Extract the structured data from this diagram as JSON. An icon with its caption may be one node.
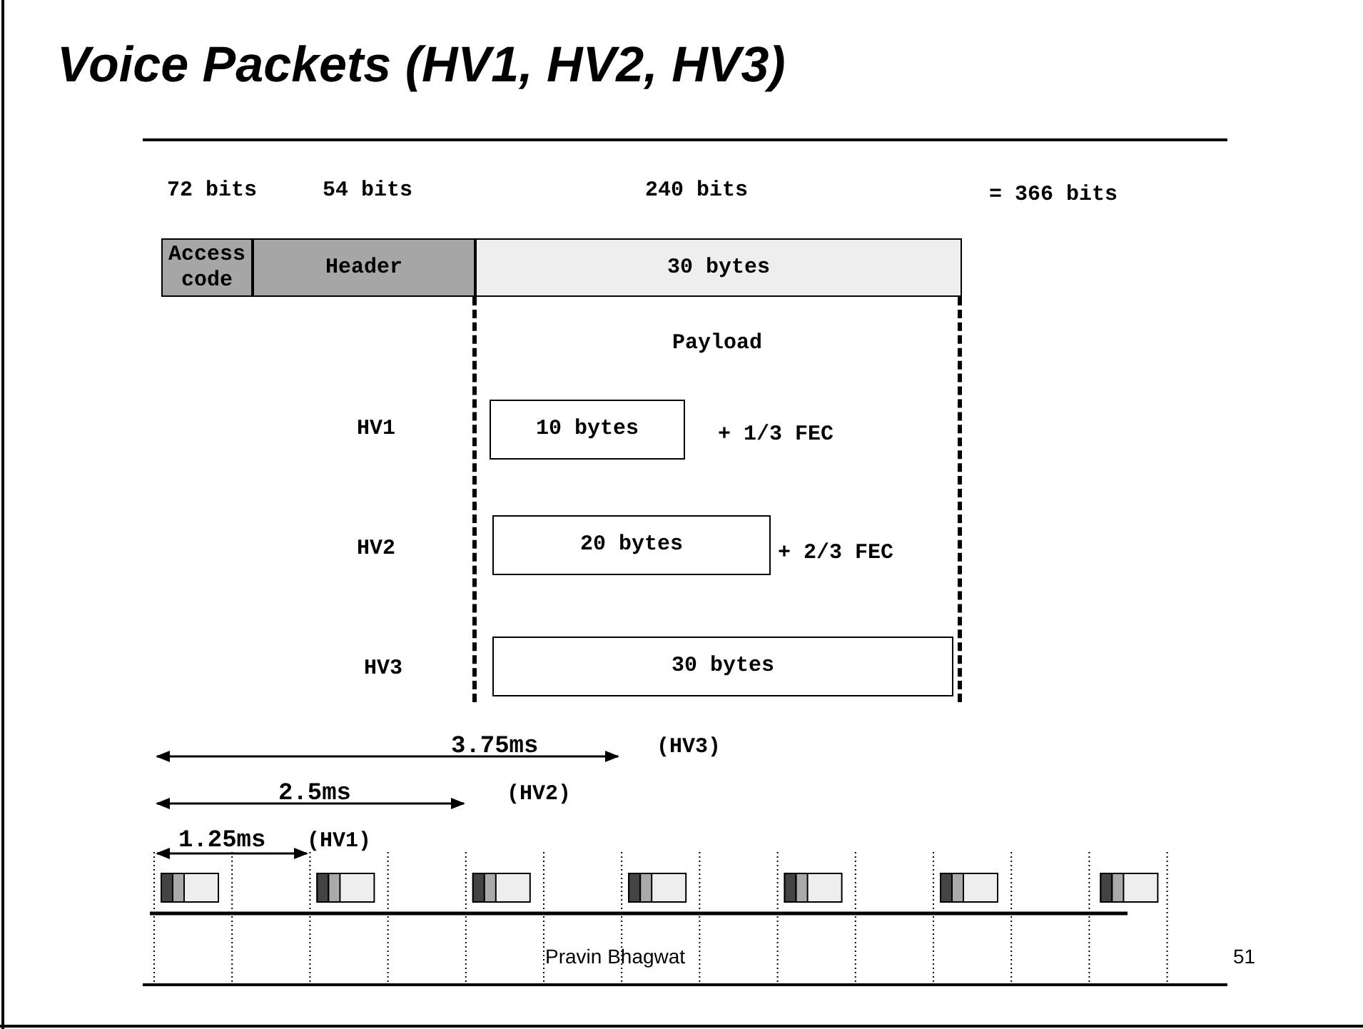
{
  "diagram": {
    "title": "Voice Packets (HV1, HV2, HV3)",
    "nodes": [
      {
        "text": [
          "Access code"
        ]
      },
      {
        "text": [
          "Header"
        ]
      },
      {
        "text": [
          "30 bytes"
        ]
      },
      {
        "text": [
          "Payload"
        ]
      },
      {
        "text": [
          "10 bytes"
        ],
        "in": 3
      },
      {
        "text": [
          "20 bytes"
        ],
        "in": 3
      },
      {
        "text": [
          "30 bytes"
        ],
        "in": 3
      }
    ],
    "edges": [],
    "labels": [
      "72 bits",
      "54 bits",
      "240 bits",
      "= 366 bits",
      "HV1",
      "+ 1/3 FEC",
      "HV2",
      "+ 2/3 FEC",
      "HV3",
      "3.75ms",
      "(HV3)",
      "2.5ms",
      "(HV2)",
      "1.25ms",
      "(HV1)",
      "Pravin Bhagwat",
      "51"
    ]
  }
}
